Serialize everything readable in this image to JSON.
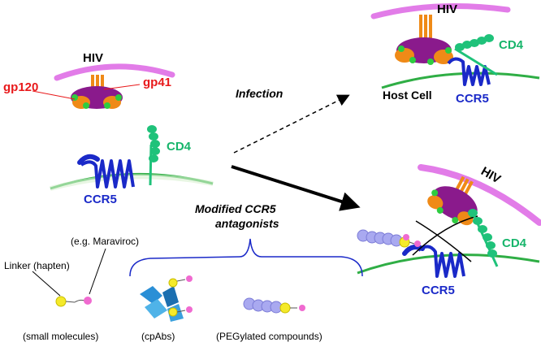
{
  "labels": {
    "hiv": "HIV",
    "gp120": "gp120",
    "gp41": "gp41",
    "cd4": "CD4",
    "ccr5": "CCR5",
    "infection": "Infection",
    "host_cell": "Host Cell",
    "modified_line1": "Modified CCR5",
    "modified_line2": "antagonists",
    "maraviroc": "(e.g. Maraviroc)",
    "linker": "Linker (hapten)",
    "small_molecules": "(small molecules)",
    "cpabs": "(cpAbs)",
    "pegylated": "(PEGylated compounds)"
  },
  "colors": {
    "membrane_green": "#2fae45",
    "virus_pink": "#e27ce8",
    "gp120_purple": "#8a1a8c",
    "gp41_orange": "#ef8a17",
    "dot_green": "#2ecc40",
    "ccr5_blue": "#1a29c8",
    "cd4_green": "#1fc27a",
    "linker_yellow": "#f5ea2a",
    "hapten_pink": "#f06ad0",
    "peg_lavender": "#a9a9f0",
    "antibody_blue": "#2a8fd6"
  }
}
